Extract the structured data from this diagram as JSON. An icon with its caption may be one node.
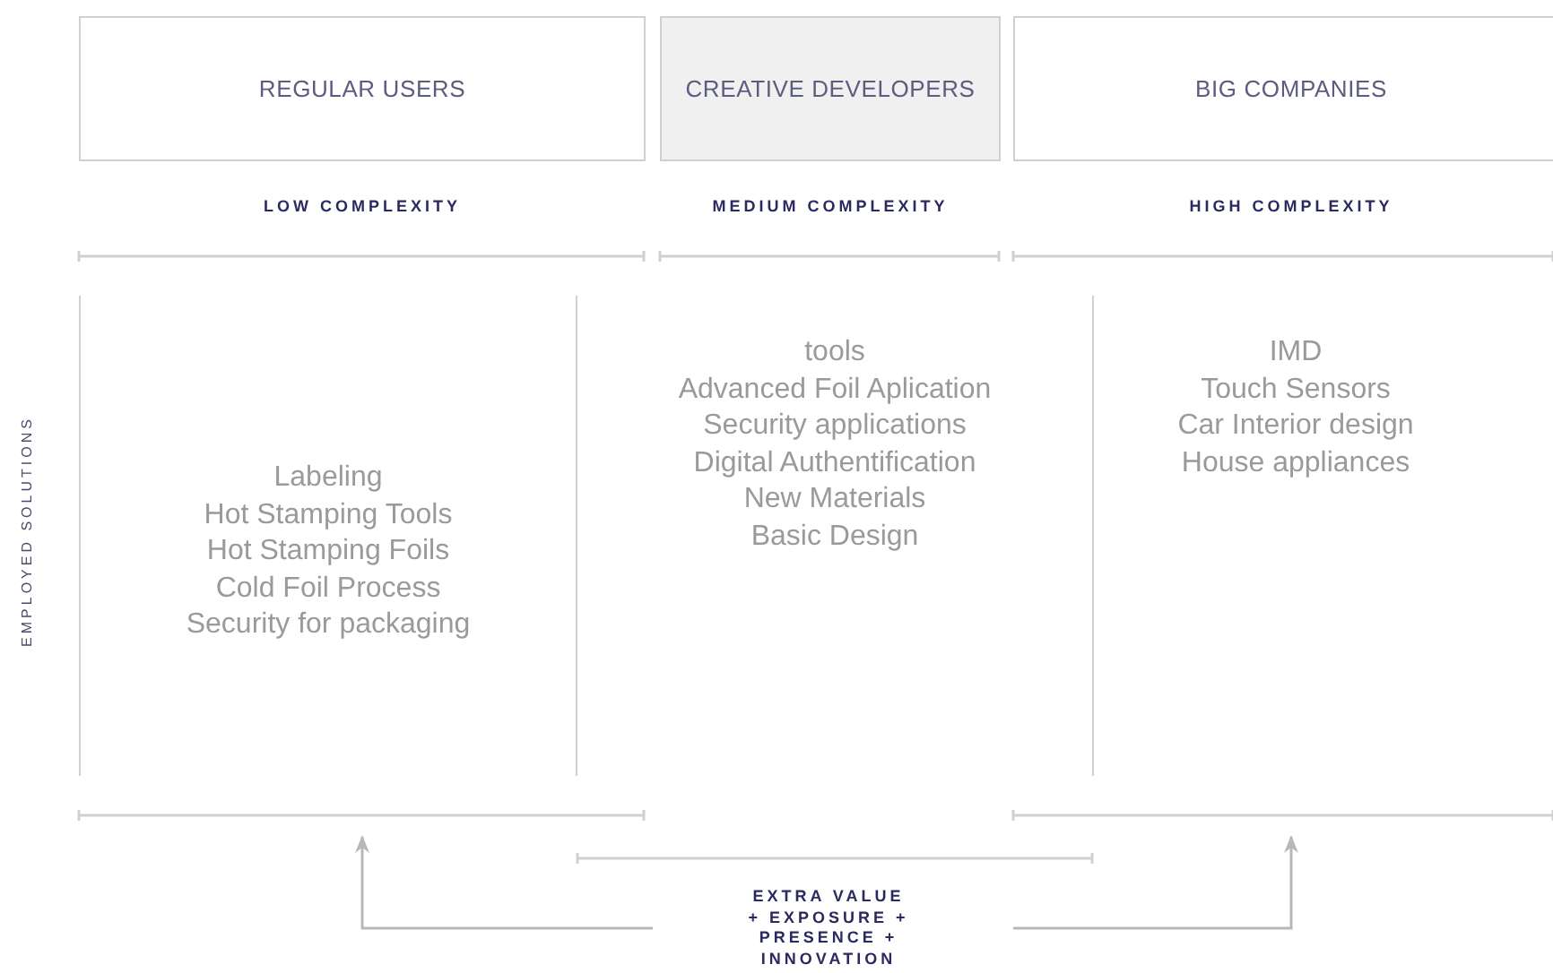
{
  "diagram": {
    "nodes": [
      {
        "text": [
          "REGULAR USERS"
        ]
      },
      {
        "text": [
          "CREATIVE DEVELOPERS"
        ]
      },
      {
        "text": [
          "BIG COMPANIES"
        ]
      },
      {
        "text": [
          "Labeling",
          "Hot Stamping Tools",
          "Hot Stamping Foils",
          "Cold Foil Process",
          "Security for packaging"
        ]
      },
      {
        "text": [
          "tools",
          "Advanced Foil Aplication",
          "Security applications",
          "Digital Authentification",
          "New Materials",
          "Basic Design"
        ]
      },
      {
        "text": [
          "IMD",
          "Touch Sensors",
          "Car Interior design",
          "House appliances"
        ]
      },
      {
        "text": [
          "EXTRA VALUE + EXPOSURE + PRESENCE + INNOVATION"
        ]
      }
    ],
    "edges": [
      {
        "from": 6,
        "to": null,
        "arrow": "to"
      },
      {
        "from": 6,
        "to": null,
        "arrow": "to"
      }
    ],
    "labels": [
      "LOW COMPLEXITY",
      "MEDIUM COMPLEXITY",
      "HIGH COMPLEXITY",
      "EMPLOYED SOLUTIONS"
    ]
  }
}
